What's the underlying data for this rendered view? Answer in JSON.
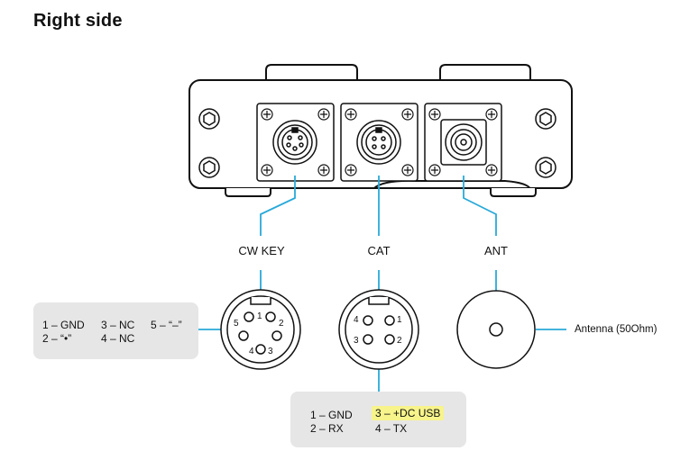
{
  "title": "Right side",
  "connectors": {
    "cw_key": "CW KEY",
    "cat": "CAT",
    "ant": "ANT"
  },
  "cw_key_pinout": {
    "col1": [
      "1 – GND",
      "2 – “•”"
    ],
    "col2": [
      "3 – NC",
      "4 – NC"
    ],
    "col3": [
      "5 – “–”"
    ]
  },
  "cat_pinout": {
    "col1": [
      "1 – GND",
      "2 – RX"
    ],
    "col2": [
      "3 – +DC USB",
      "4 – TX"
    ]
  },
  "cw_key_pins": [
    "1",
    "2",
    "3",
    "4",
    "5"
  ],
  "cat_pins": [
    "1",
    "2",
    "3",
    "4"
  ],
  "antenna_note": "Antenna (50Ohm)",
  "colors": {
    "accent_line": "#29a9d9",
    "highlight": "#f7f48b",
    "panel": "#e6e6e6"
  },
  "icons": [
    "screw-icon",
    "mini-din-5-icon",
    "mini-din-4-icon",
    "bnc-connector-icon"
  ]
}
